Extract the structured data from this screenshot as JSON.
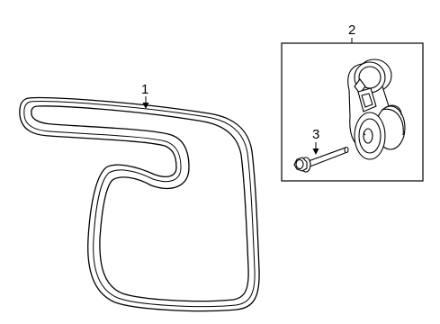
{
  "callouts": {
    "belt": "1",
    "tensioner": "2",
    "bolt": "3"
  },
  "colors": {
    "line": "#000000",
    "background": "#ffffff",
    "fill": "#ffffff"
  }
}
